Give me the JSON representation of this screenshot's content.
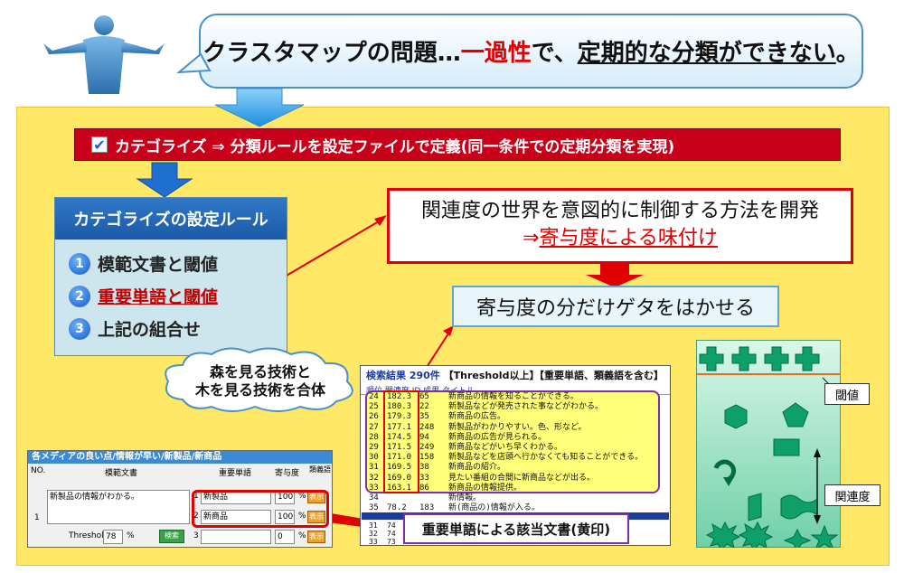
{
  "header": {
    "part1": "クラスタマップの問題…",
    "part2": "一過性",
    "part3": "で、",
    "part4": "定期的な分類ができない",
    "part5": "。"
  },
  "banner": {
    "text": "カテゴライズ ⇒ 分類ルールを設定ファイルで定義(同一条件での定期分類を実現)"
  },
  "rules": {
    "title": "カテゴライズの設定ルール",
    "items": [
      {
        "num": "1",
        "text": "模範文書と閾値"
      },
      {
        "num": "2",
        "text": "重要単語と閾値"
      },
      {
        "num": "3",
        "text": "上記の組合せ"
      }
    ]
  },
  "cloud": {
    "line1": "森を見る技術と",
    "line2": "木を見る技術を合体"
  },
  "dev": {
    "line1": "関連度の世界を意図的に制御する方法を開発",
    "prefix": "⇒",
    "line2": "寄与度による味付け"
  },
  "geta": {
    "text": "寄与度の分だけゲタをはかせる"
  },
  "results": {
    "title_prefix": "検索結果 290件",
    "title_suffix": "【Threshold以上】【重要単語、類義語を含む】",
    "subheader": "順位 関連度 ID 成果 タイトル",
    "rows": [
      {
        "rank": "24",
        "score": "182.3",
        "id": "65",
        "title": "新商品の情報を知ることができる。"
      },
      {
        "rank": "25",
        "score": "180.3",
        "id": "22",
        "title": "新製品などが発売された事などがわかる。"
      },
      {
        "rank": "26",
        "score": "179.3",
        "id": "35",
        "title": "新商品の広告。"
      },
      {
        "rank": "27",
        "score": "177.1",
        "id": "248",
        "title": "新製品がわかりやすい。色、形など。"
      },
      {
        "rank": "28",
        "score": "174.5",
        "id": "94",
        "title": "新商品の広告が見られる。"
      },
      {
        "rank": "29",
        "score": "171.5",
        "id": "249",
        "title": "新商品などがいち早くわかる。"
      },
      {
        "rank": "30",
        "score": "171.0",
        "id": "158",
        "title": "新製品などを店頭へ行かなくても知ることができる。"
      },
      {
        "rank": "31",
        "score": "169.5",
        "id": "38",
        "title": "新商品の紹介。"
      },
      {
        "rank": "32",
        "score": "169.0",
        "id": "33",
        "title": "見たい番組の合間に新商品などが出る。"
      },
      {
        "rank": "33",
        "score": "163.1",
        "id": "86",
        "title": "新商品の情報提供。"
      },
      {
        "rank": "34",
        "score": "",
        "id": "",
        "title": "新情報。"
      },
      {
        "rank": "35",
        "score": "78.2",
        "id": "183",
        "title": "新(商品の)情報が入る。"
      }
    ],
    "bottom_rows": [
      {
        "rank": "31",
        "score": "74",
        "id": "",
        "title": ""
      },
      {
        "rank": "32",
        "score": "74",
        "id": "",
        "title": ""
      },
      {
        "rank": "33",
        "score": "73",
        "id": "",
        "title": ""
      }
    ]
  },
  "highlight_label": "重要単語による該当文書(黄印)",
  "form": {
    "title": "各メディアの良い点/情報が早い/新製品/新商品",
    "col_no": "NO.",
    "col_doc": "模範文書",
    "col_term": "重要単語",
    "col_weight": "寄与度",
    "col_syn": "類義語",
    "row_no": "1",
    "doc_text": "新製品の情報がわかる。",
    "threshold_label": "Threshold",
    "threshold_value": "78",
    "pct": "%",
    "search_button": "検索",
    "terms": [
      {
        "idx": "1",
        "word": "新製品",
        "weight": "100",
        "btn": "表示"
      },
      {
        "idx": "2",
        "word": "新商品",
        "weight": "100",
        "btn": "表示"
      },
      {
        "idx": "3",
        "word": "",
        "weight": "0",
        "btn": "表示"
      }
    ]
  },
  "shapes": {
    "threshold_label": "閾値",
    "relevance_label": "関連度"
  },
  "colors": {
    "panel": "#ffe866",
    "banner": "#c8001a",
    "accent_red": "#e00000",
    "accent_blue": "#2f79c7",
    "highlight": "#ffff7a",
    "shape_fill": "#0fa06a"
  }
}
